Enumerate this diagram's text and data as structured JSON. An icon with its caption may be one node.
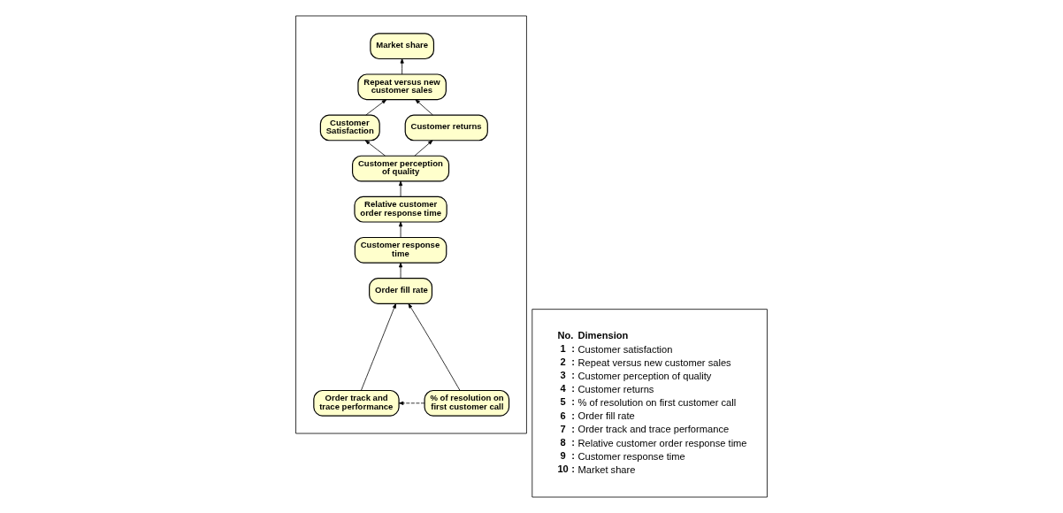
{
  "diagram": {
    "nodes": [
      {
        "text": [],
        "shape": "box"
      },
      {
        "text": [],
        "shape": "box"
      },
      {
        "text": [
          "Market share"
        ],
        "in": 0
      },
      {
        "text": [
          "Repeat versus new customer sales"
        ],
        "in": 0
      },
      {
        "text": [
          "Customer Satisfaction"
        ],
        "in": 0
      },
      {
        "text": [
          "Customer returns"
        ],
        "in": 0
      },
      {
        "text": [
          "Customer perception of quality"
        ],
        "in": 0
      },
      {
        "text": [
          "Relative customer order response time"
        ],
        "in": 0
      },
      {
        "text": [
          "Customer response time"
        ],
        "in": 0
      },
      {
        "text": [
          "Order fill rate"
        ],
        "in": 0
      },
      {
        "text": [
          "% of resolution on first customer call"
        ],
        "in": 0
      },
      {
        "text": [
          "Order track and trace performance"
        ],
        "in": 0
      }
    ],
    "edges": [
      {
        "from": 3,
        "to": 2,
        "arrow": "to"
      },
      {
        "from": 4,
        "to": 3,
        "arrow": "to"
      },
      {
        "from": 5,
        "to": 3,
        "arrow": "to"
      },
      {
        "from": 6,
        "to": 4,
        "arrow": "to"
      },
      {
        "from": 6,
        "to": 5,
        "arrow": "to"
      },
      {
        "from": 7,
        "to": 6,
        "arrow": "to"
      },
      {
        "from": 8,
        "to": 7,
        "arrow": "to"
      },
      {
        "from": 9,
        "to": 8,
        "arrow": "to"
      },
      {
        "from": 10,
        "to": 9,
        "arrow": "to"
      },
      {
        "from": 11,
        "to": 9,
        "arrow": "to"
      },
      {
        "from": 10,
        "to": 11,
        "arrow": "to",
        "style": "dashed"
      }
    ],
    "labels": [
      "No.",
      "Dimension",
      "1",
      ":",
      "Customer satisfaction",
      "2",
      ":",
      "Repeat versus new customer sales",
      "3",
      ":",
      "Customer perception of quality",
      "4",
      ":",
      "Customer returns",
      "5",
      ":",
      "% of resolution on first customer call",
      "6",
      ":",
      "Order fill rate",
      "7",
      ":",
      "Order track and trace performance",
      "8",
      ":",
      "Relative customer order response time",
      "9",
      ":",
      "Customer response time",
      "10",
      ":",
      "Market share"
    ]
  }
}
